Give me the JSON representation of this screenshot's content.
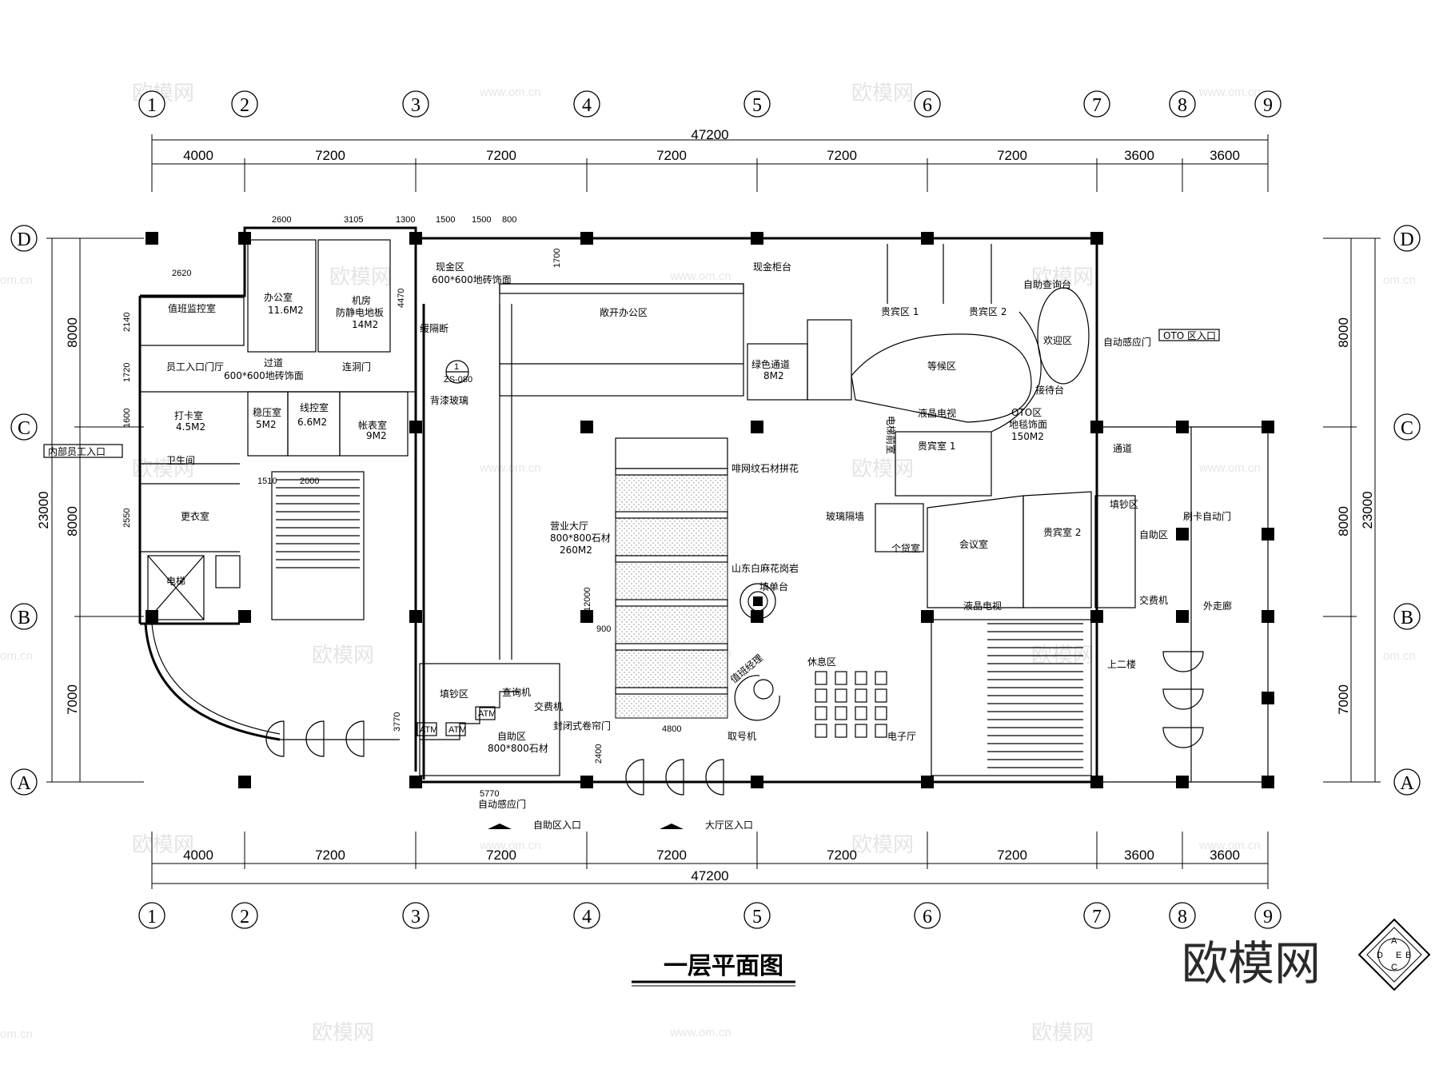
{
  "title": "一层平面图",
  "logo": {
    "text": "欧模网",
    "compass_labels": [
      "A",
      "B",
      "C",
      "D",
      "E"
    ]
  },
  "watermarks": {
    "brand": "欧模网",
    "url": "www.om.cn",
    "short_url": "om.cn"
  },
  "axes": {
    "numbered": [
      "1",
      "2",
      "3",
      "4",
      "5",
      "6",
      "7",
      "8",
      "9"
    ],
    "lettered": [
      "D",
      "C",
      "B",
      "A"
    ]
  },
  "dimensions": {
    "overall_horizontal": "47200",
    "bays_horizontal": [
      "4000",
      "7200",
      "7200",
      "7200",
      "7200",
      "7200",
      "3600",
      "3600"
    ],
    "overall_vertical": "23000",
    "bays_vertical": [
      "8000",
      "8000",
      "7000"
    ],
    "upper_left": [
      "2600",
      "3105",
      "1300",
      "1500",
      "1500",
      "800"
    ],
    "misc": [
      "2620",
      "2140",
      "1720",
      "1600",
      "2550",
      "1510",
      "2000",
      "4470",
      "1700",
      "3770",
      "5770",
      "12000",
      "900",
      "4800",
      "2400"
    ]
  },
  "rooms": {
    "duty_monitor": "值班监控室",
    "office": "办公室",
    "office_area": "11.6M2",
    "machine_room": "机房",
    "machine_floor": "防静电地板",
    "machine_area": "14M2",
    "staff_entry_hall": "员工入口门厅",
    "corridor": "过道",
    "corridor_floor": "600*600地砖饰面",
    "connecting_door": "连洞门",
    "punch_room": "打卡室",
    "punch_area": "4.5M2",
    "pressure_room": "稳压室",
    "pressure_area": "5M2",
    "wiring_room": "线控室",
    "wiring_area": "6.6M2",
    "accounts_room": "帐表室",
    "accounts_area": "9M2",
    "staff_entry": "内部员工入口",
    "toilet": "卫生间",
    "locker_room": "更衣室",
    "elevator": "电梯",
    "cash_area": "现金区",
    "cash_floor": "600*600地砖饰面",
    "screen_partition": "缓隔断",
    "detail_ref_num": "1",
    "detail_ref_code": "ZS-080",
    "frosted_glass": "背漆玻璃",
    "open_office": "敞开办公区",
    "cash_counter": "现金柜台",
    "green_passage": "绿色通道",
    "green_area": "8M2",
    "vip1_top": "贵宾区 1",
    "vip2_top": "贵宾区 2",
    "self_inquiry": "自助查询台",
    "waiting_area": "等候区",
    "welcome_area": "欢迎区",
    "reception": "接待台",
    "auto_door_right": "自动感应门",
    "oto_entry": "OTO 区入口",
    "lcd_tv": "液晶电视",
    "oto_area": "OTO区",
    "oto_floor": "地毯饰面",
    "oto_size": "150M2",
    "vip_room1": "贵宾室 1",
    "passage": "通道",
    "business_hall": "营业大厅",
    "hall_floor": "800*800石材",
    "hall_area": "260M2",
    "stone_pattern": "啡网纹石材拼花",
    "shandong_granite": "山东白麻花岗岩",
    "form_desk": "填单台",
    "duty_manager": "值班经理",
    "glass_partition": "玻璃隔墙",
    "loan_room": "个贷室",
    "meeting_room": "会议室",
    "vip_room2": "贵宾室 2",
    "fill_area_v": "填钞区",
    "self_service_r": "自助区",
    "card_door": "刷卡自动门",
    "switch_r": "交费机",
    "lcd_tv2": "液晶电视",
    "outer_corridor": "外走廊",
    "upstairs": "上二楼",
    "rest_area": "休息区",
    "e_hall": "电子厅",
    "queue_machine": "取号机",
    "fill_area": "填钞区",
    "inquiry_machine": "查询机",
    "pay_machine": "交费机",
    "atm": "ATM",
    "self_service": "自助区",
    "self_floor": "800*800石材",
    "rolling_door": "封闭式卷帘门",
    "auto_door_bottom": "自动感应门",
    "self_entry": "自助区入口",
    "hall_entry": "大厅区入口",
    "side_label": "电梯前室"
  }
}
